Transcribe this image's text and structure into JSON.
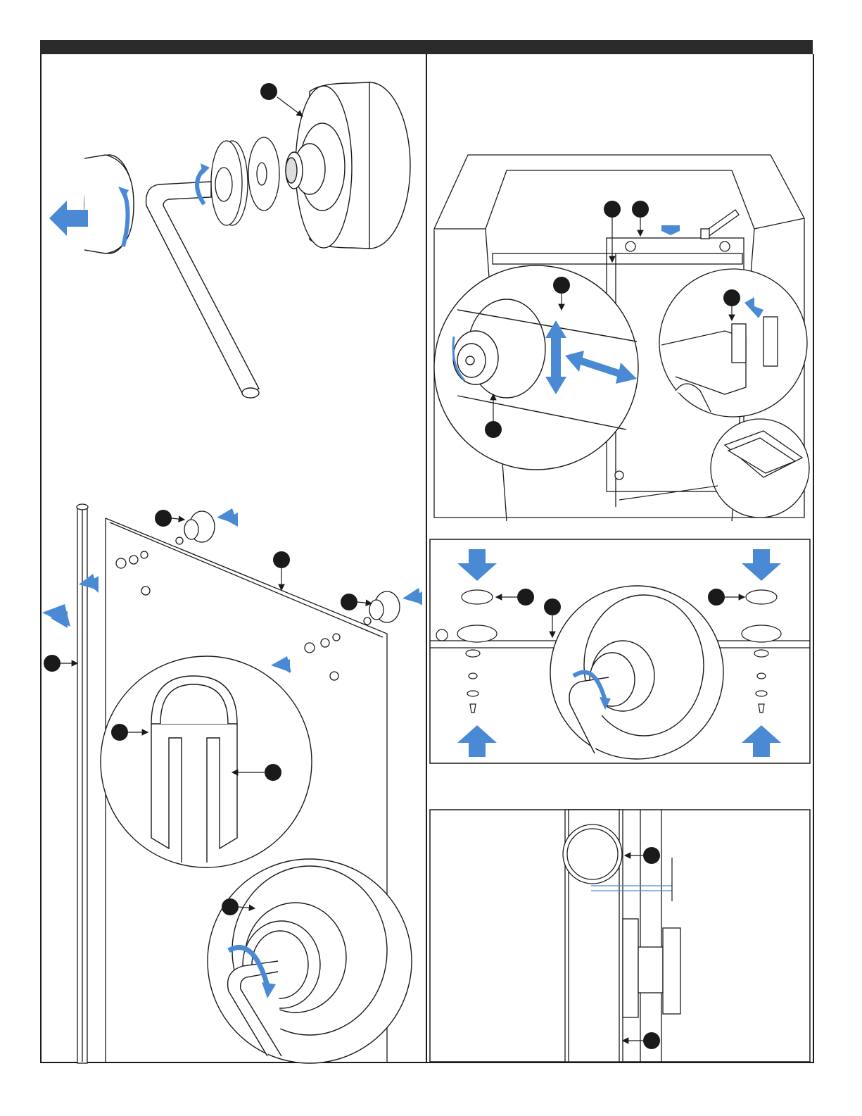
{
  "document": {
    "colors": {
      "header_bar": "#2b2a29",
      "line_art": "#1a1a1a",
      "accent_arrow": "#4a8ad4",
      "callout_dot": "#1a1a1a"
    },
    "panels": [
      {
        "name": "roller-disassembly",
        "icons": [
          "hex-key-icon",
          "roller-wheel-icon",
          "cap-icon",
          "removal-arrow-icon",
          "rotation-arrow-icon"
        ]
      },
      {
        "name": "door-panel-hardware",
        "icons": [
          "glass-panel-icon",
          "seal-strip-icon",
          "roller-wheel-icon",
          "seal-profile-detail-icon",
          "roller-tighten-detail-icon"
        ]
      },
      {
        "name": "enclosure-overview",
        "icons": [
          "shower-enclosure-icon",
          "shower-head-icon",
          "roller-adjust-detail-icon",
          "stopper-detail-icon",
          "bottom-guide-detail-icon"
        ]
      },
      {
        "name": "roller-mounting",
        "icons": [
          "roller-assembly-icon",
          "push-arrow-icon",
          "hex-key-icon"
        ]
      },
      {
        "name": "clearance-check",
        "icons": [
          "rail-section-icon",
          "gap-dimension-icon"
        ]
      }
    ],
    "annotations": []
  }
}
